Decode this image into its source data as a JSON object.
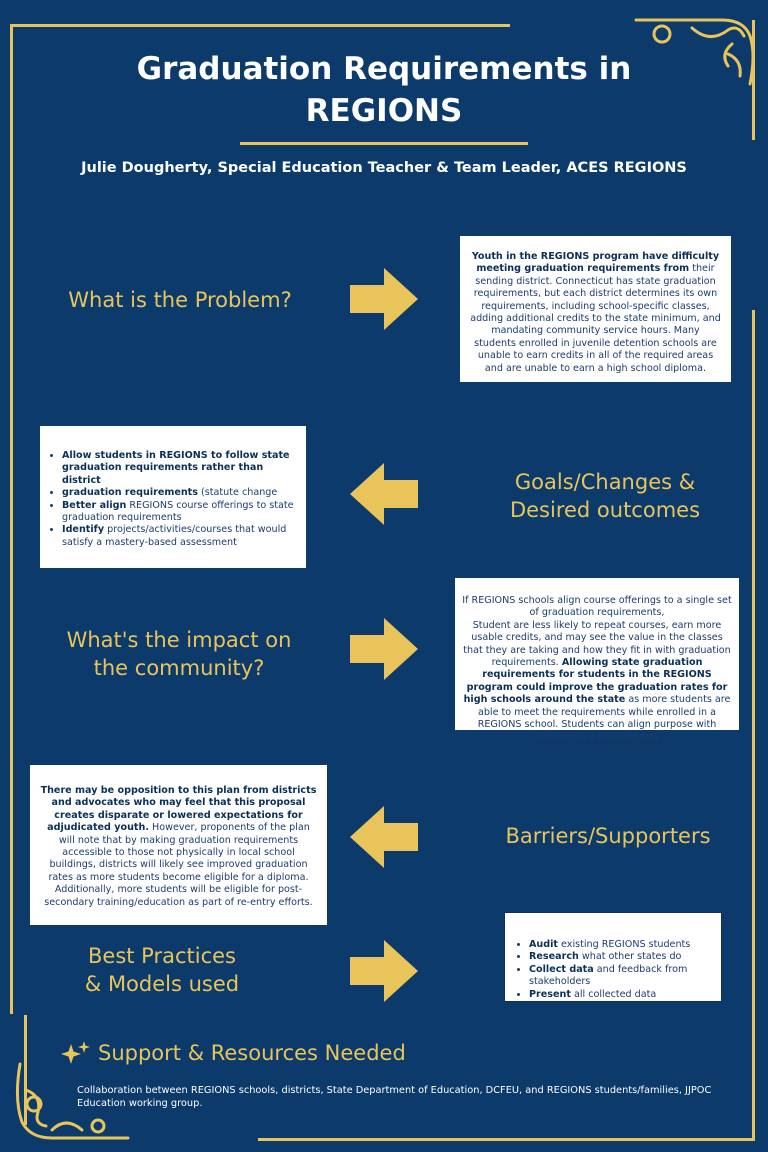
{
  "title": {
    "line1": "Graduation Requirements in",
    "line2": "REGIONS"
  },
  "subtitle": "Julie Dougherty, Special Education Teacher & Team Leader, ACES REGIONS",
  "sections": {
    "problem": {
      "label": "What is the Problem?",
      "bold": "Youth in the REGIONS program have difficulty meeting graduation requirements from",
      "text": " their sending district. Connecticut has state graduation requirements, but each district determines its own requirements, including school-specific classes, adding additional credits to the state minimum, and mandating community service hours. Many students enrolled in juvenile detention schools are unable to earn credits in all of the required areas and are unable to earn a high school diploma."
    },
    "goals": {
      "label_line1": "Goals/Changes &",
      "label_line2": "Desired outcomes",
      "items": [
        {
          "bold": "Allow students in REGIONS to follow state graduation requirements rather than district",
          "text": ""
        },
        {
          "bold": "graduation requirements",
          "text": "  (statute change"
        },
        {
          "bold": "Better align",
          "text": " REGIONS course offerings to state graduation requirements"
        },
        {
          "bold": "Identify",
          "text": " projects/activities/courses that would satisfy a mastery-based assessment"
        }
      ]
    },
    "impact": {
      "label_line1": "What's the impact on",
      "label_line2": "the community?",
      "text1": "If REGIONS schools align course offerings to a single set of graduation requirements,",
      "text2": "Student are less likely to repeat courses, earn more usable credits, and may see the value in the classes that they are taking and how they fit in with graduation requirements. ",
      "bold": "Allowing state graduation requirements for students in the REGIONS program could improve the graduation rates for high schools around the state",
      "text3": " as more students are able to meet the requirements while enrolled in a REGIONS school. Students can align purpose with outcome in a tangible way."
    },
    "barriers": {
      "label": "Barriers/Supporters",
      "bold": "There may be opposition to this plan from districts and advocates who may feel that this proposal creates disparate or lowered expectations for adjudicated youth.",
      "text": " However, proponents of the plan will note that by making graduation requirements accessible to those not physically in local school buildings, districts will likely see improved graduation rates as more students become eligible for a diploma. Additionally, more students will be eligible for post-secondary training/education as part of re-entry efforts."
    },
    "practices": {
      "label_line1": "Best Practices",
      "label_line2": "& Models used",
      "items": [
        {
          "bold": "Audit",
          "text": " existing REGIONS students"
        },
        {
          "bold": "Research",
          "text": " what other states do"
        },
        {
          "bold": "Collect data",
          "text": " and feedback from stakeholders"
        },
        {
          "bold": "Present",
          "text": " all collected data"
        }
      ]
    }
  },
  "support": {
    "title": "Support & Resources Needed",
    "text": "Collaboration between REGIONS schools, districts, State Department of Education, DCFEU, and REGIONS students/families, JJPOC Education working group."
  },
  "colors": {
    "background": "#0b3a6b",
    "accent": "#e9c45b",
    "box_text": "#1d3d6b"
  },
  "icons": {
    "arrow_right": "arrow-right-icon",
    "arrow_left": "arrow-left-icon",
    "sparkle": "sparkle-icon",
    "flourish": "corner-flourish-icon"
  }
}
